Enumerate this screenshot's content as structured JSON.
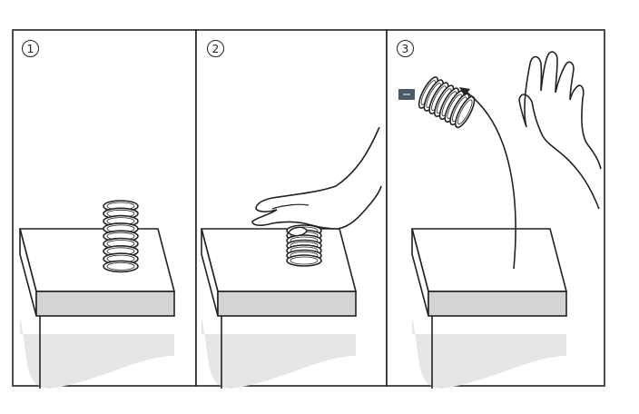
{
  "panels": [
    {
      "step": "1",
      "icon": "spring-resting-on-table"
    },
    {
      "step": "2",
      "icon": "hand-compressing-spring"
    },
    {
      "step": "3",
      "icon": "spring-released-flying"
    }
  ],
  "colors": {
    "outline": "#222222",
    "table_front": "#d4d4d4",
    "shadow": "#e6e6e6",
    "spring_fill": "#ffffff",
    "tag": "#4a5a6a"
  }
}
